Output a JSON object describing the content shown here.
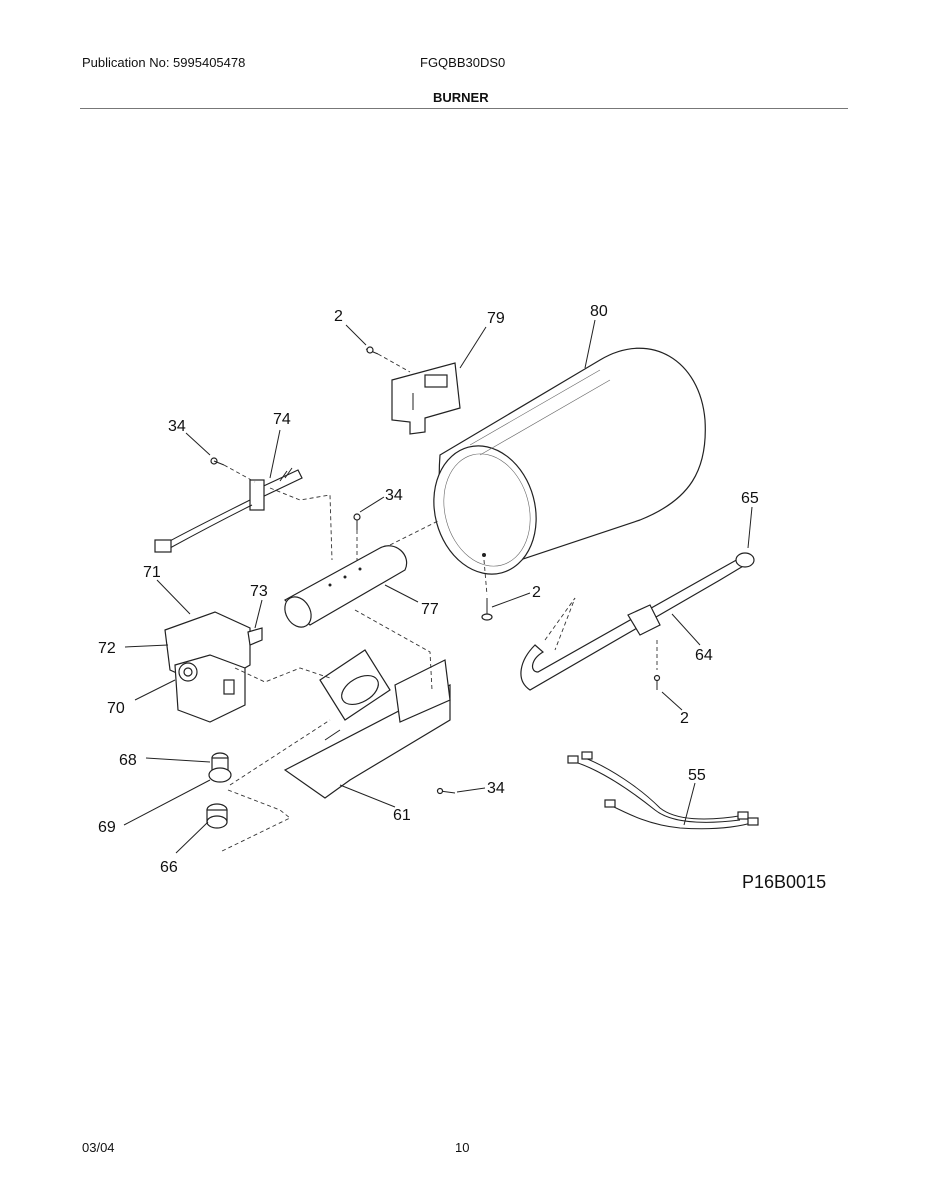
{
  "header": {
    "publication": "Publication No: 5995405478",
    "model": "FGQBB30DS0",
    "section": "BURNER"
  },
  "diagram": {
    "callouts": {
      "c2a": "2",
      "c79": "79",
      "c80": "80",
      "c34a": "34",
      "c74": "74",
      "c34b": "34",
      "c65": "65",
      "c71": "71",
      "c73": "73",
      "c2b": "2",
      "c77": "77",
      "c72": "72",
      "c64": "64",
      "c70": "70",
      "c2c": "2",
      "c68": "68",
      "c55": "55",
      "c34c": "34",
      "c69": "69",
      "c61": "61",
      "c66": "66"
    },
    "code": "P16B0015"
  },
  "footer": {
    "date": "03/04",
    "page": "10"
  }
}
